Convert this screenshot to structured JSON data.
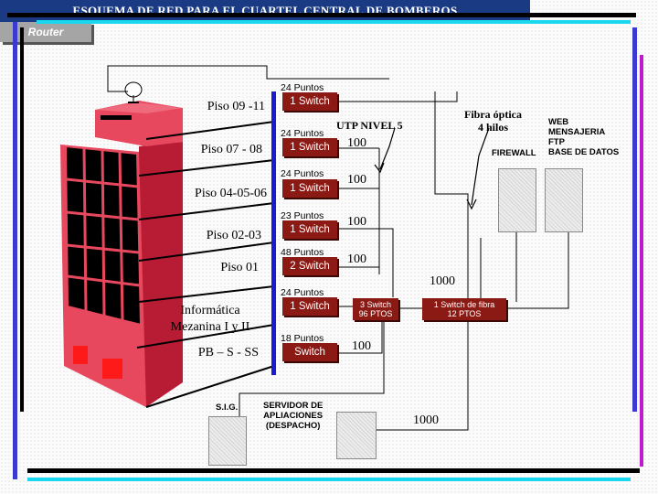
{
  "title": "ESQUEMA DE RED PARA EL CUARTEL CENTRAL DE BOMBEROS",
  "router": "Router",
  "fibra": [
    "Fibra óptica",
    "4 hilos"
  ],
  "utp": "UTP NIVEL 5",
  "floors": [
    {
      "label": "Piso 09 -11",
      "points": "24 Puntos",
      "switch": "1 Switch"
    },
    {
      "label": "Piso 07 - 08",
      "points": "24 Puntos",
      "switch": "1 Switch",
      "speed": "100"
    },
    {
      "label": "Piso 04-05-06",
      "points": "24 Puntos",
      "switch": "1 Switch",
      "speed": "100"
    },
    {
      "label": "Piso 02-03",
      "points": "23 Puntos",
      "switch": "1 Switch",
      "speed": "100"
    },
    {
      "label": "Piso 01",
      "points": "48 Puntos",
      "switch": "2 Switch",
      "speed": "100"
    },
    {
      "label": [
        "Informática",
        "Mezanina I y II"
      ],
      "points": "24 Puntos",
      "switch": "1 Switch"
    },
    {
      "label": "PB – S - SS",
      "points": "18 Puntos",
      "switch": "Switch",
      "speed": "100"
    }
  ],
  "mid_switch": [
    "3 Switch",
    "96 PTOS"
  ],
  "fiber_switch": [
    "1 Switch de fibra",
    "12 PTOS"
  ],
  "speed_1000": "1000",
  "speed_1000_bottom": "1000",
  "firewall": "FIREWALL",
  "services": [
    "WEB",
    "MENSAJERIA",
    "FTP",
    "BASE DE DATOS"
  ],
  "sig": "S.I.G.",
  "app_server": [
    "SERVIDOR DE",
    "APLIACIONES",
    "(DESPACHO)"
  ],
  "colors": {
    "title_bg": "#1a3b84",
    "switch": "#8c1a14",
    "building": "#e8485e",
    "riser": "#1a1ad0"
  }
}
